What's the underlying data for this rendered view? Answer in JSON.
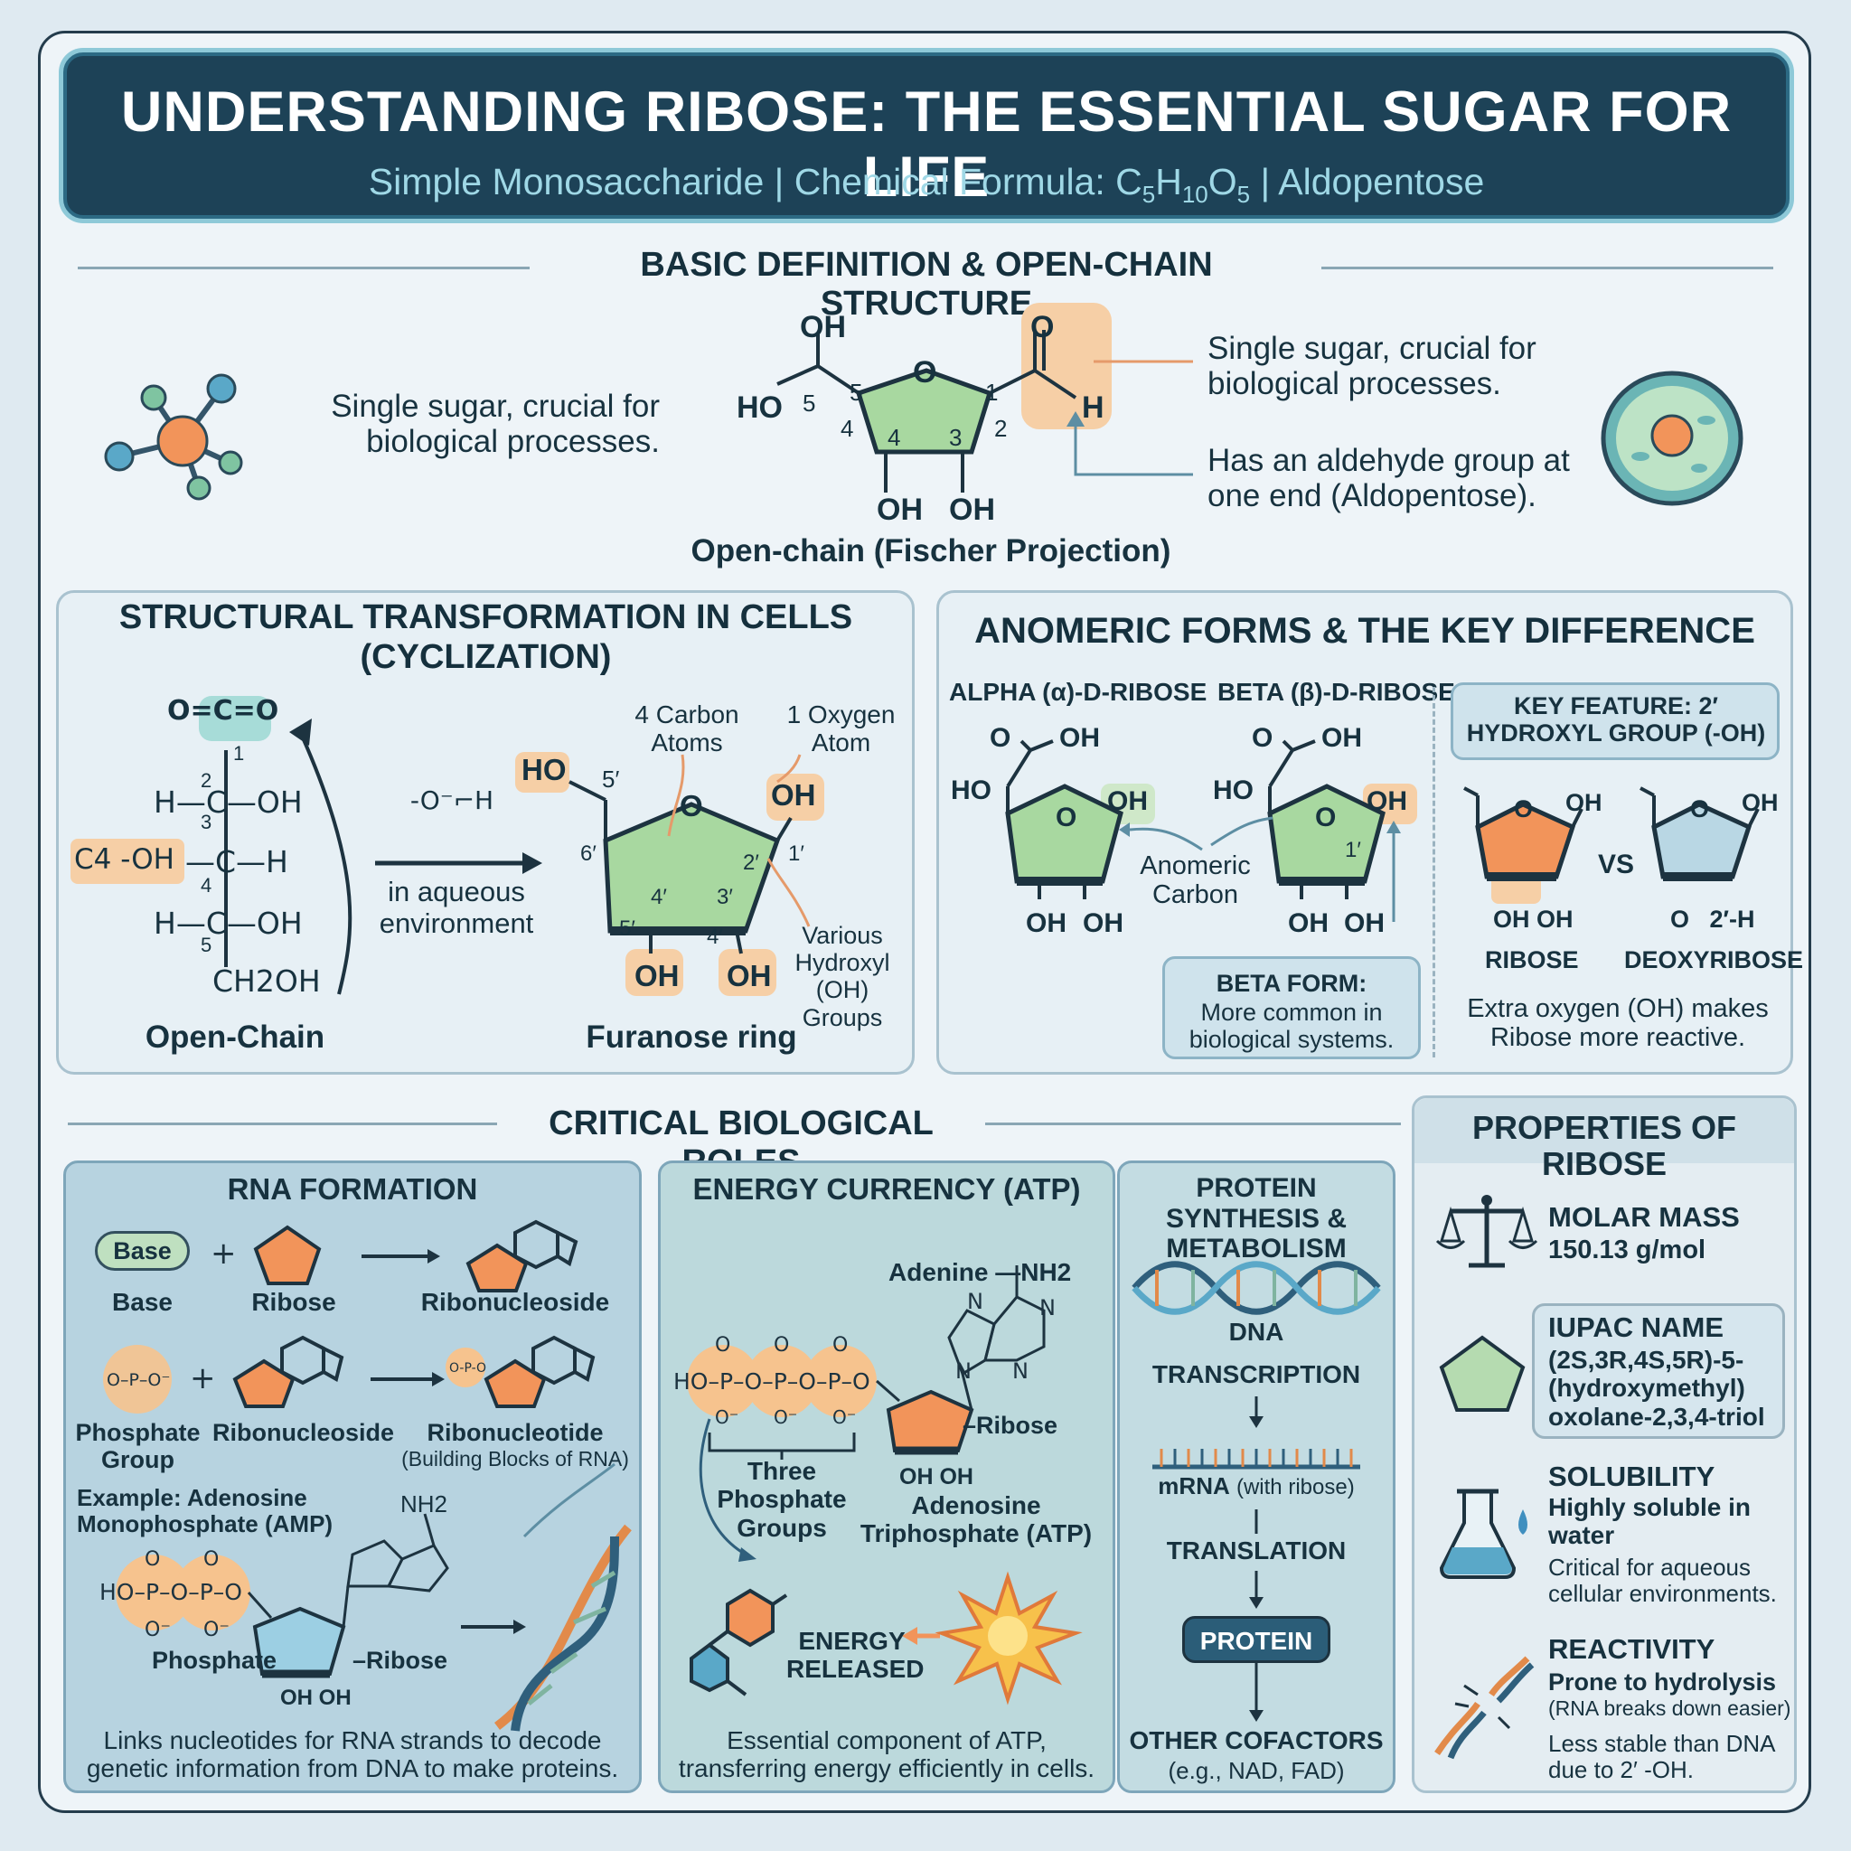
{
  "header": {
    "title": "UNDERSTANDING RIBOSE: THE ESSENTIAL SUGAR FOR LIFE",
    "subtitle": "Simple Monosaccharide | Chemical Formula: C5H10O5 | Aldopentose"
  },
  "basic": {
    "heading": "BASIC DEFINITION & OPEN-CHAIN STRUCTURE",
    "left_text": "Single sugar, crucial for biological processes.",
    "right_text1": "Single sugar, crucial for biological processes.",
    "right_text2": "Has an aldehyde group at one end (Aldopentose).",
    "caption": "Open-chain (Fischer Projection)",
    "labels": {
      "oh_top": "OH",
      "ho": "HO",
      "o_ring": "O",
      "o_ald": "O",
      "h_ald": "H",
      "oh1": "OH",
      "oh2": "OH",
      "n1": "1",
      "n2": "2",
      "n3": "3",
      "n4": "4",
      "n4b": "4",
      "n5": "5",
      "n5b": "5"
    }
  },
  "cyclization": {
    "heading_line1": "STRUCTURAL TRANSFORMATION IN CELLS",
    "heading_line2": "(CYCLIZATION)",
    "open_chain_label": "Open-Chain",
    "c4_label": "C4 -OH",
    "chain_rows": [
      "H—C—OH",
      "—C—H",
      "H—C—OH",
      "CH2OH"
    ],
    "top_group": "O=C=O",
    "arrow_label": "in aqueous environment",
    "small_mol": "-O⁻⌐H",
    "furanose_label": "Furanose ring",
    "carbon_note": "4 Carbon Atoms",
    "oxygen_note": "1 Oxygen Atom",
    "hydroxyl_note": "Various Hydroxyl (OH) Groups",
    "ring_labels": {
      "ho": "HO",
      "o": "O",
      "oh_r": "OH",
      "oh_a": "OH",
      "oh_b": "OH",
      "p5": "5′",
      "p6": "6′",
      "p1": "1′",
      "p2": "2′",
      "p3": "3′",
      "p4": "4′",
      "p4b": "4′",
      "p5b": "5′"
    },
    "chain_nums": [
      "1",
      "2",
      "3",
      "4",
      "5"
    ]
  },
  "anomeric": {
    "heading": "ANOMERIC FORMS & THE KEY DIFFERENCE",
    "alpha_label": "ALPHA (α)-D-RIBOSE",
    "beta_label": "BETA (β)-D-RIBOSE",
    "anomeric_carbon": "Anomeric Carbon",
    "beta_note_title": "BETA FORM:",
    "beta_note_body": "More common in biological systems.",
    "key_feature": "KEY FEATURE: 2′ HYDROXYL GROUP (-OH)",
    "vs": "VS",
    "ribose": "RIBOSE",
    "deoxyribose": "DEOXYRIBOSE",
    "ribose_subs": "OH OH",
    "deoxy_subs": "O   2′-H",
    "compare_note": "Extra oxygen (OH) makes Ribose more reactive.",
    "mol_labels": {
      "o": "O",
      "oh": "OH",
      "ho": "HO",
      "one": "1′"
    }
  },
  "roles": {
    "heading": "CRITICAL BIOLOGICAL ROLES",
    "rna": {
      "title": "RNA FORMATION",
      "base_pill": "Base",
      "base": "Base",
      "ribose": "Ribose",
      "ribonucleoside": "Ribonucleoside",
      "phosphate_group": "Phosphate Group",
      "ribonucleoside2": "Ribonucleoside",
      "ribonucleotide": "Ribonucleotide",
      "building_blocks": "(Building Blocks of RNA)",
      "example": "Example: Adenosine Monophosphate (AMP)",
      "phosphate": "Phosphate",
      "ribose_label": "–Ribose",
      "nh2": "NH2",
      "footer": "Links nucleotides for RNA strands to decode genetic information from DNA to make proteins."
    },
    "atp": {
      "title": "ENERGY CURRENCY (ATP)",
      "adenine": "Adenine —NH2",
      "ribose": "–Ribose",
      "three_phosphate": "Three Phosphate Groups",
      "atp_name": "Adenosine Triphosphate (ATP)",
      "energy": "ENERGY RELEASED",
      "chain": "HO–P–O–P–O–P–O",
      "footer": "Essential component of ATP, transferring energy efficiently in cells."
    },
    "protein": {
      "title": "PROTEIN SYNTHESIS & METABOLISM",
      "dna": "DNA",
      "transcription": "TRANSCRIPTION",
      "mrna": "mRNA",
      "mrna_note": "(with ribose)",
      "translation": "TRANSLATION",
      "protein": "PROTEIN",
      "cofactors": "OTHER COFACTORS",
      "cofactors_note": "(e.g., NAD, FAD)"
    }
  },
  "properties": {
    "heading": "PROPERTIES OF RIBOSE",
    "molar_title": "MOLAR MASS",
    "molar_value": "150.13 g/mol",
    "iupac_title": "IUPAC NAME",
    "iupac_value": "(2S,3R,4S,5R)-5-(hydroxymethyl) oxolane-2,3,4-triol",
    "solubility_title": "SOLUBILITY",
    "solubility_value": "Highly soluble in water",
    "solubility_note": "Critical for aqueous cellular environments.",
    "reactivity_title": "REACTIVITY",
    "reactivity_value": "Prone to hydrolysis",
    "reactivity_paren": "(RNA breaks down easier)",
    "reactivity_note": "Less stable than DNA due to 2′ -OH."
  },
  "icons": [
    "molecule-icon",
    "cell-icon",
    "scale-icon",
    "flask-icon",
    "dna-icon",
    "starburst-icon"
  ],
  "colors": {
    "banner": "#1d4257",
    "accent": "#8ec9d8",
    "ring_green": "#a8d8a0",
    "orange": "#f2945a",
    "blue_panel": "#b7d3e0"
  }
}
